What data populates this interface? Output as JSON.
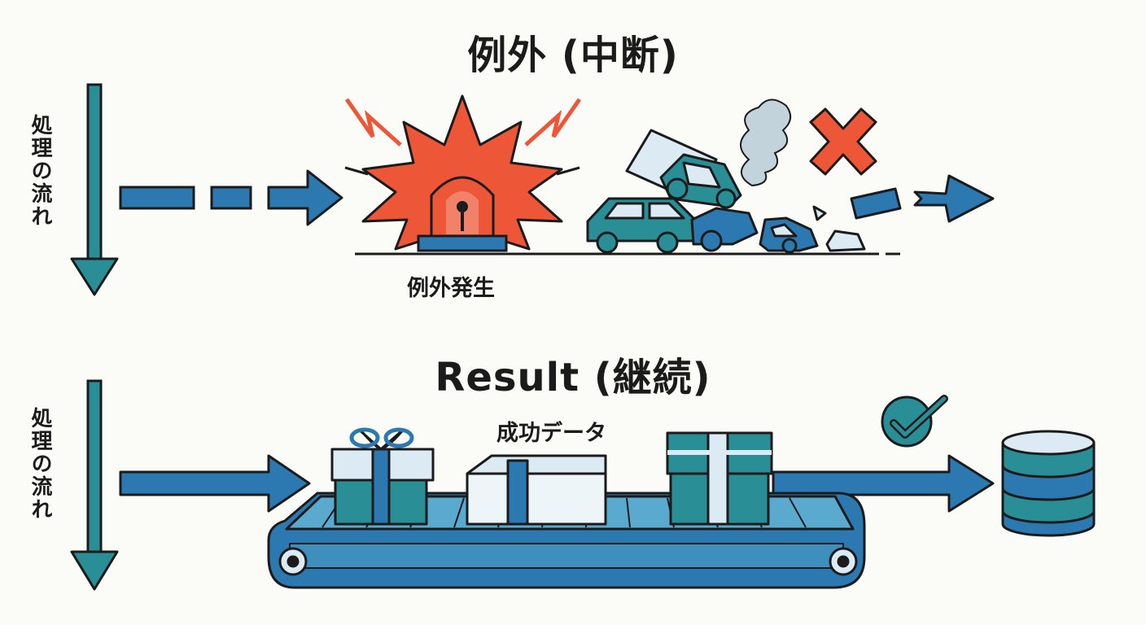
{
  "sections": {
    "exception": {
      "title": "例外 (中断)",
      "flow_label": "処理の流れ",
      "event_label": "例外発生"
    },
    "result": {
      "title": "Result (継続)",
      "flow_label": "処理の流れ",
      "data_label": "成功データ"
    }
  },
  "colors": {
    "teal": "#2a8e97",
    "blue": "#2b79b0",
    "red": "#ee5638",
    "light": "#dcebf3",
    "outline": "#1b1b1b"
  },
  "icons": [
    "alarm-siren-icon",
    "crash-cars-icon",
    "smoke-icon",
    "x-mark-icon",
    "gift-box-icon",
    "conveyor-belt-icon",
    "check-badge-icon",
    "database-icon"
  ]
}
